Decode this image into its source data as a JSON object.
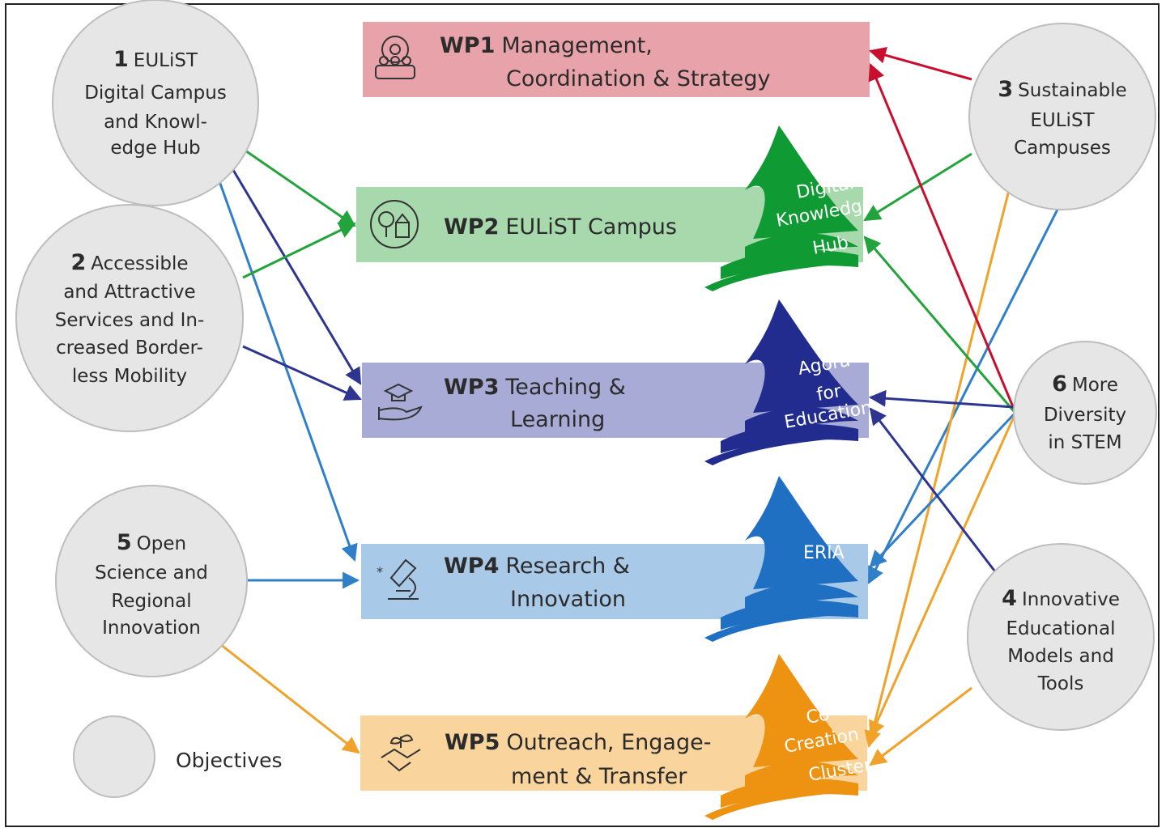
{
  "colors": {
    "wp1": "#e8a3aa",
    "wp2": "#a7d9ad",
    "wp3": "#a7abd6",
    "wp4": "#a9c9e8",
    "wp5": "#f9d59d",
    "objective": "#e6e6e6",
    "arrow_red": "#c8102e",
    "arrow_green": "#23a33b",
    "arrow_navy": "#2e3590",
    "arrow_blue": "#2f7fc9",
    "arrow_orange": "#f0a22a",
    "sail_green": "#109a33",
    "sail_navy": "#222c8e",
    "sail_blue": "#1f6fc2",
    "sail_orange": "#ee9212"
  },
  "objectives": [
    {
      "num": "1",
      "lines": [
        "EULiST",
        "Digital Campus",
        "and Knowl-",
        "edge Hub"
      ]
    },
    {
      "num": "2",
      "lines": [
        "Accessible",
        "and Attractive",
        "Services and In-",
        "creased Border-",
        "less Mobility"
      ]
    },
    {
      "num": "3",
      "lines": [
        "Sustainable",
        "EULiST",
        "Campuses"
      ]
    },
    {
      "num": "4",
      "lines": [
        "Innovative",
        "Educational",
        "Models and",
        "Tools"
      ]
    },
    {
      "num": "5",
      "lines": [
        "Open",
        "Science and",
        "Regional",
        "Innovation"
      ]
    },
    {
      "num": "6",
      "lines": [
        "More",
        "Diversity",
        "in STEM"
      ]
    }
  ],
  "work_packages": [
    {
      "code": "WP1",
      "lines": [
        "Management,",
        "Coordination & Strategy"
      ],
      "icon": "team-gear-icon"
    },
    {
      "code": "WP2",
      "lines": [
        "EULiST Campus"
      ],
      "icon": "campus-building-icon"
    },
    {
      "code": "WP3",
      "lines": [
        "Teaching &",
        "Learning"
      ],
      "icon": "graduation-cap-hand-icon"
    },
    {
      "code": "WP4",
      "lines": [
        "Research &",
        "Innovation"
      ],
      "icon": "microscope-icon"
    },
    {
      "code": "WP5",
      "lines": [
        "Outreach, Engage-",
        "ment & Transfer"
      ],
      "icon": "handshake-plant-icon"
    }
  ],
  "sails": [
    {
      "wp": "WP2",
      "lines": [
        "Digital",
        "Knowledge",
        "Hub"
      ]
    },
    {
      "wp": "WP3",
      "lines": [
        "Agora",
        "for",
        "Education"
      ]
    },
    {
      "wp": "WP4",
      "lines": [
        "ERIA"
      ]
    },
    {
      "wp": "WP5",
      "lines": [
        "Co-",
        "Creation",
        "Cluster"
      ]
    }
  ],
  "legend": {
    "label": "Objectives"
  },
  "connections": [
    {
      "from": "1",
      "to": "WP2",
      "color": "arrow_green"
    },
    {
      "from": "1",
      "to": "WP3",
      "color": "arrow_navy"
    },
    {
      "from": "1",
      "to": "WP4",
      "color": "arrow_blue"
    },
    {
      "from": "2",
      "to": "WP2",
      "color": "arrow_green"
    },
    {
      "from": "2",
      "to": "WP3",
      "color": "arrow_navy"
    },
    {
      "from": "5",
      "to": "WP4",
      "color": "arrow_blue"
    },
    {
      "from": "5",
      "to": "WP5",
      "color": "arrow_orange"
    },
    {
      "from": "3",
      "to": "WP1",
      "color": "arrow_red"
    },
    {
      "from": "3",
      "to": "WP2",
      "color": "arrow_green"
    },
    {
      "from": "3",
      "to": "WP4",
      "color": "arrow_blue"
    },
    {
      "from": "3",
      "to": "WP5",
      "color": "arrow_orange"
    },
    {
      "from": "6",
      "to": "WP1",
      "color": "arrow_red"
    },
    {
      "from": "6",
      "to": "WP2",
      "color": "arrow_green"
    },
    {
      "from": "6",
      "to": "WP3",
      "color": "arrow_navy"
    },
    {
      "from": "6",
      "to": "WP4",
      "color": "arrow_blue"
    },
    {
      "from": "6",
      "to": "WP5",
      "color": "arrow_orange"
    },
    {
      "from": "4",
      "to": "WP3",
      "color": "arrow_navy"
    },
    {
      "from": "4",
      "to": "WP5",
      "color": "arrow_orange"
    }
  ]
}
